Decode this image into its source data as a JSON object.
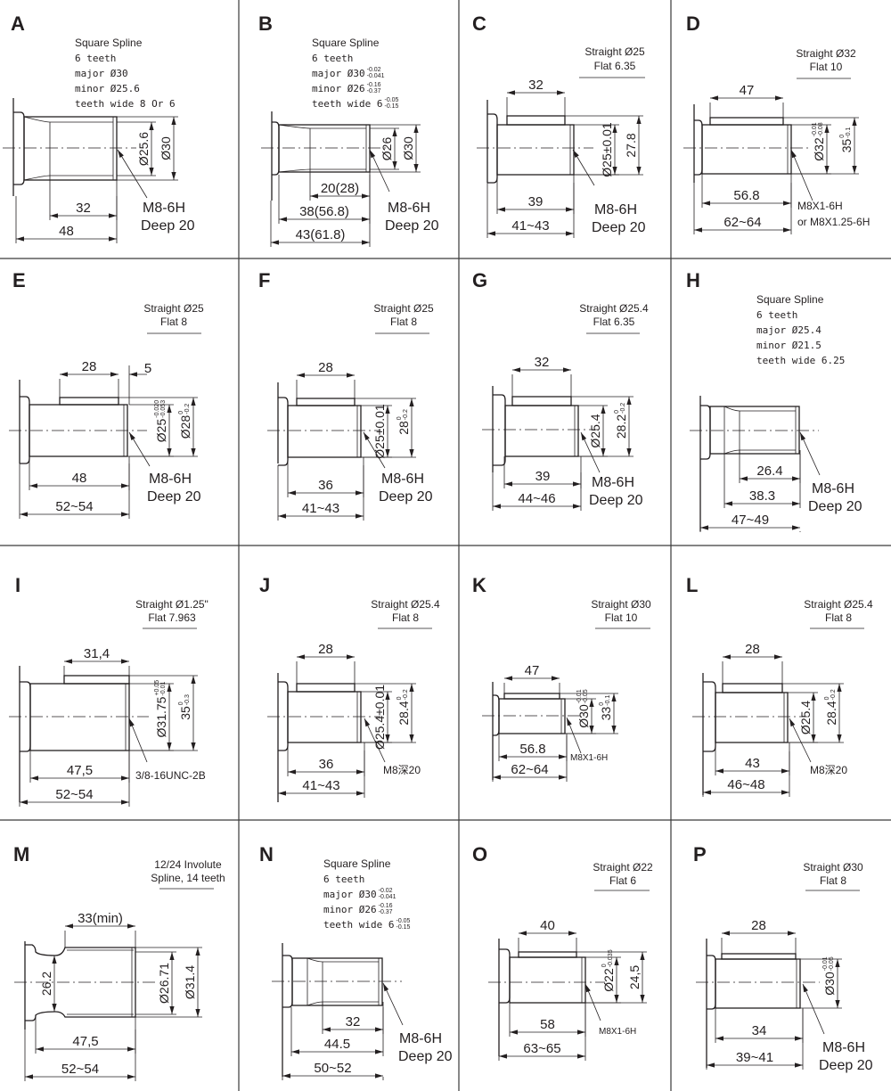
{
  "panels": [
    {
      "letter": "A",
      "header": [
        {
          "text": "Square Spline"
        },
        {
          "text": "6 teeth"
        },
        {
          "text": "major Ø30"
        },
        {
          "text": "minor Ø25.6"
        },
        {
          "text": "teeth wide 8 Or 6"
        }
      ],
      "dims": [
        {
          "text": "Ø25.6"
        },
        {
          "text": "Ø30"
        },
        {
          "text": "32"
        },
        {
          "text": "48"
        }
      ],
      "notes": [
        "M8-6H",
        "Deep 20"
      ]
    },
    {
      "letter": "B",
      "header": [
        {
          "text": "Square Spline"
        },
        {
          "text": "6 teeth"
        },
        {
          "text": "major Ø30",
          "tol": [
            "-0.02",
            "-0.041"
          ]
        },
        {
          "text": "minor Ø26",
          "tol": [
            "-0.16",
            "-0.37"
          ]
        },
        {
          "text": "teeth wide 6",
          "tol": [
            "-0.05",
            "-0.15"
          ]
        }
      ],
      "dims": [
        {
          "text": "Ø26"
        },
        {
          "text": "Ø30"
        },
        {
          "text": "20(28)"
        },
        {
          "text": "38(56.8)"
        },
        {
          "text": "43(61.8)"
        }
      ],
      "notes": [
        "M8-6H",
        "Deep 20"
      ]
    },
    {
      "letter": "C",
      "header": [
        {
          "text": "Straight Ø25"
        },
        {
          "text": "Flat 6.35"
        }
      ],
      "dims": [
        {
          "text": "32"
        },
        {
          "text": "Ø25±0.01"
        },
        {
          "text": "27.8"
        },
        {
          "text": "39"
        },
        {
          "text": "41~43"
        }
      ],
      "notes": [
        "M8-6H",
        "Deep 20"
      ]
    },
    {
      "letter": "D",
      "header": [
        {
          "text": "Straight Ø32"
        },
        {
          "text": "Flat 10"
        }
      ],
      "dims": [
        {
          "text": "47"
        },
        {
          "text": "Ø32",
          "tol": [
            "-0.01",
            "-0.08"
          ]
        },
        {
          "text": "35",
          "tol": [
            "0",
            "-0.1"
          ]
        },
        {
          "text": "56.8"
        },
        {
          "text": "62~64"
        }
      ],
      "notes": [
        "M8X1-6H",
        "or M8X1.25-6H"
      ]
    },
    {
      "letter": "E",
      "header": [
        {
          "text": "Straight Ø25"
        },
        {
          "text": "Flat 8"
        }
      ],
      "dims": [
        {
          "text": "28"
        },
        {
          "text": "5"
        },
        {
          "text": "Ø25",
          "tol": [
            "-0.020",
            "-0.053"
          ]
        },
        {
          "text": "Ø28",
          "tol": [
            "0",
            "-0.2"
          ]
        },
        {
          "text": "48"
        },
        {
          "text": "52~54"
        }
      ],
      "notes": [
        "M8-6H",
        "Deep 20"
      ]
    },
    {
      "letter": "F",
      "header": [
        {
          "text": "Straight Ø25"
        },
        {
          "text": "Flat 8"
        }
      ],
      "dims": [
        {
          "text": "28"
        },
        {
          "text": "Ø25±0.01"
        },
        {
          "text": "28",
          "tol": [
            "0",
            "-0.2"
          ]
        },
        {
          "text": "36"
        },
        {
          "text": "41~43"
        }
      ],
      "notes": [
        "M8-6H",
        "Deep 20"
      ]
    },
    {
      "letter": "G",
      "header": [
        {
          "text": "Straight Ø25.4"
        },
        {
          "text": "Flat 6.35"
        }
      ],
      "dims": [
        {
          "text": "32"
        },
        {
          "text": "Ø25.4"
        },
        {
          "text": "28.2",
          "tol": [
            "0",
            "-0.2"
          ]
        },
        {
          "text": "39"
        },
        {
          "text": "44~46"
        }
      ],
      "notes": [
        "M8-6H",
        "Deep 20"
      ]
    },
    {
      "letter": "H",
      "header": [
        {
          "text": "Square Spline"
        },
        {
          "text": "6 teeth"
        },
        {
          "text": "major Ø25.4"
        },
        {
          "text": "minor Ø21.5"
        },
        {
          "text": "teeth wide 6.25"
        }
      ],
      "dims": [
        {
          "text": "26.4"
        },
        {
          "text": "38.3"
        },
        {
          "text": "47~49"
        }
      ],
      "notes": [
        "M8-6H",
        "Deep 20"
      ]
    },
    {
      "letter": "I",
      "header": [
        {
          "text": "Straight Ø1.25\""
        },
        {
          "text": "Flat 7.963"
        }
      ],
      "dims": [
        {
          "text": "31,4"
        },
        {
          "text": "Ø31.75",
          "tol": [
            "+0.05",
            "-0.01"
          ]
        },
        {
          "text": "35",
          "tol": [
            "0",
            "-0.3"
          ]
        },
        {
          "text": "47,5"
        },
        {
          "text": "52~54"
        }
      ],
      "notes": [
        "3/8-16UNC-2B"
      ]
    },
    {
      "letter": "J",
      "header": [
        {
          "text": "Straight Ø25.4"
        },
        {
          "text": "Flat 8"
        }
      ],
      "dims": [
        {
          "text": "28"
        },
        {
          "text": "Ø25.4±0.01"
        },
        {
          "text": "28.4",
          "tol": [
            "0",
            "-0.2"
          ]
        },
        {
          "text": "36"
        },
        {
          "text": "41~43"
        }
      ],
      "notes": [
        "M8深20"
      ]
    },
    {
      "letter": "K",
      "header": [
        {
          "text": "Straight Ø30"
        },
        {
          "text": "Flat 10"
        }
      ],
      "dims": [
        {
          "text": "47"
        },
        {
          "text": "Ø30",
          "tol": [
            "-0.01",
            "-0.05"
          ]
        },
        {
          "text": "33",
          "tol": [
            "0",
            "-0.1"
          ]
        },
        {
          "text": "56.8"
        },
        {
          "text": "62~64"
        }
      ],
      "notes": [
        "M8X1-6H"
      ]
    },
    {
      "letter": "L",
      "header": [
        {
          "text": "Straight Ø25.4"
        },
        {
          "text": "Flat 8"
        }
      ],
      "dims": [
        {
          "text": "28"
        },
        {
          "text": "Ø25.4"
        },
        {
          "text": "28.4",
          "tol": [
            "0",
            "-0.2"
          ]
        },
        {
          "text": "43"
        },
        {
          "text": "46~48"
        }
      ],
      "notes": [
        "M8深20"
      ]
    },
    {
      "letter": "M",
      "header": [
        {
          "text": "12/24 Involute"
        },
        {
          "text": "Spline, 14 teeth"
        }
      ],
      "dims": [
        {
          "text": "33(min)"
        },
        {
          "text": "26.2"
        },
        {
          "text": "Ø26.71"
        },
        {
          "text": "Ø31.4"
        },
        {
          "text": "47,5"
        },
        {
          "text": "52~54"
        }
      ],
      "notes": []
    },
    {
      "letter": "N",
      "header": [
        {
          "text": "Square Spline"
        },
        {
          "text": "6 teeth"
        },
        {
          "text": "major Ø30",
          "tol": [
            "-0.02",
            "-0.041"
          ]
        },
        {
          "text": "minor Ø26",
          "tol": [
            "-0.16",
            "-0.37"
          ]
        },
        {
          "text": "teeth wide 6",
          "tol": [
            "-0.05",
            "-0.15"
          ]
        }
      ],
      "dims": [
        {
          "text": "32"
        },
        {
          "text": "44.5"
        },
        {
          "text": "50~52"
        }
      ],
      "notes": [
        "M8-6H",
        "Deep 20"
      ]
    },
    {
      "letter": "O",
      "header": [
        {
          "text": "Straight Ø22"
        },
        {
          "text": "Flat 6"
        }
      ],
      "dims": [
        {
          "text": "40"
        },
        {
          "text": "Ø22",
          "tol": [
            "0",
            "-0.035"
          ]
        },
        {
          "text": "24,5"
        },
        {
          "text": "58"
        },
        {
          "text": "63~65"
        }
      ],
      "notes": [
        "M8X1-6H"
      ]
    },
    {
      "letter": "P",
      "header": [
        {
          "text": "Straight Ø30"
        },
        {
          "text": "Flat  8"
        }
      ],
      "dims": [
        {
          "text": "28"
        },
        {
          "text": "Ø30",
          "tol": [
            "-0.01",
            "-0.05"
          ]
        },
        {
          "text": "34"
        },
        {
          "text": "39~41"
        }
      ],
      "notes": [
        "M8-6H",
        "Deep 20"
      ]
    }
  ]
}
